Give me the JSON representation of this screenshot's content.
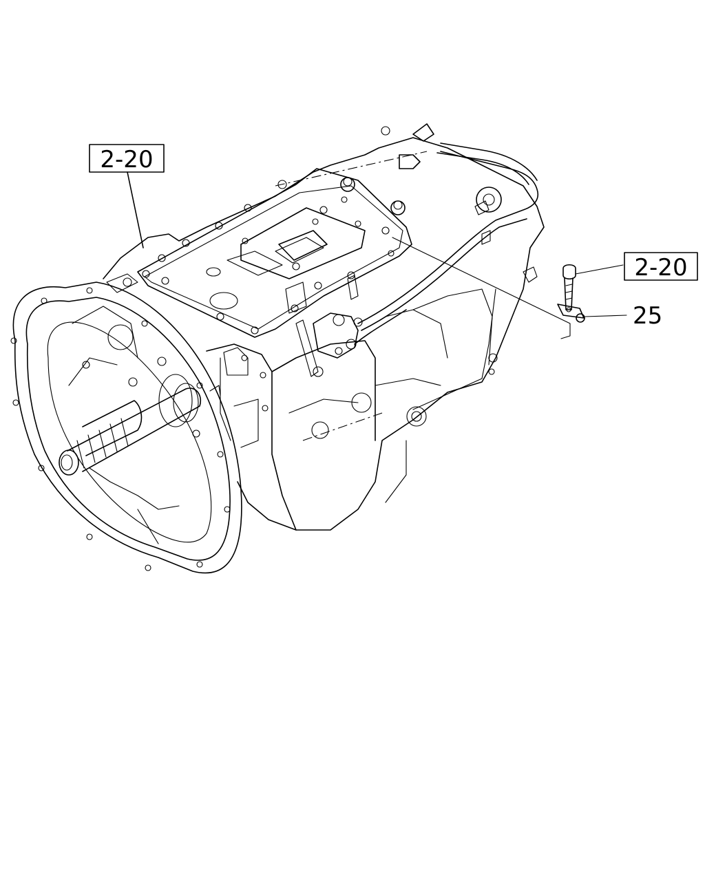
{
  "callouts": {
    "ref_left": "2-20",
    "ref_right": "2-20",
    "part_number": "25"
  },
  "colors": {
    "line": "#000000",
    "background": "#ffffff"
  }
}
